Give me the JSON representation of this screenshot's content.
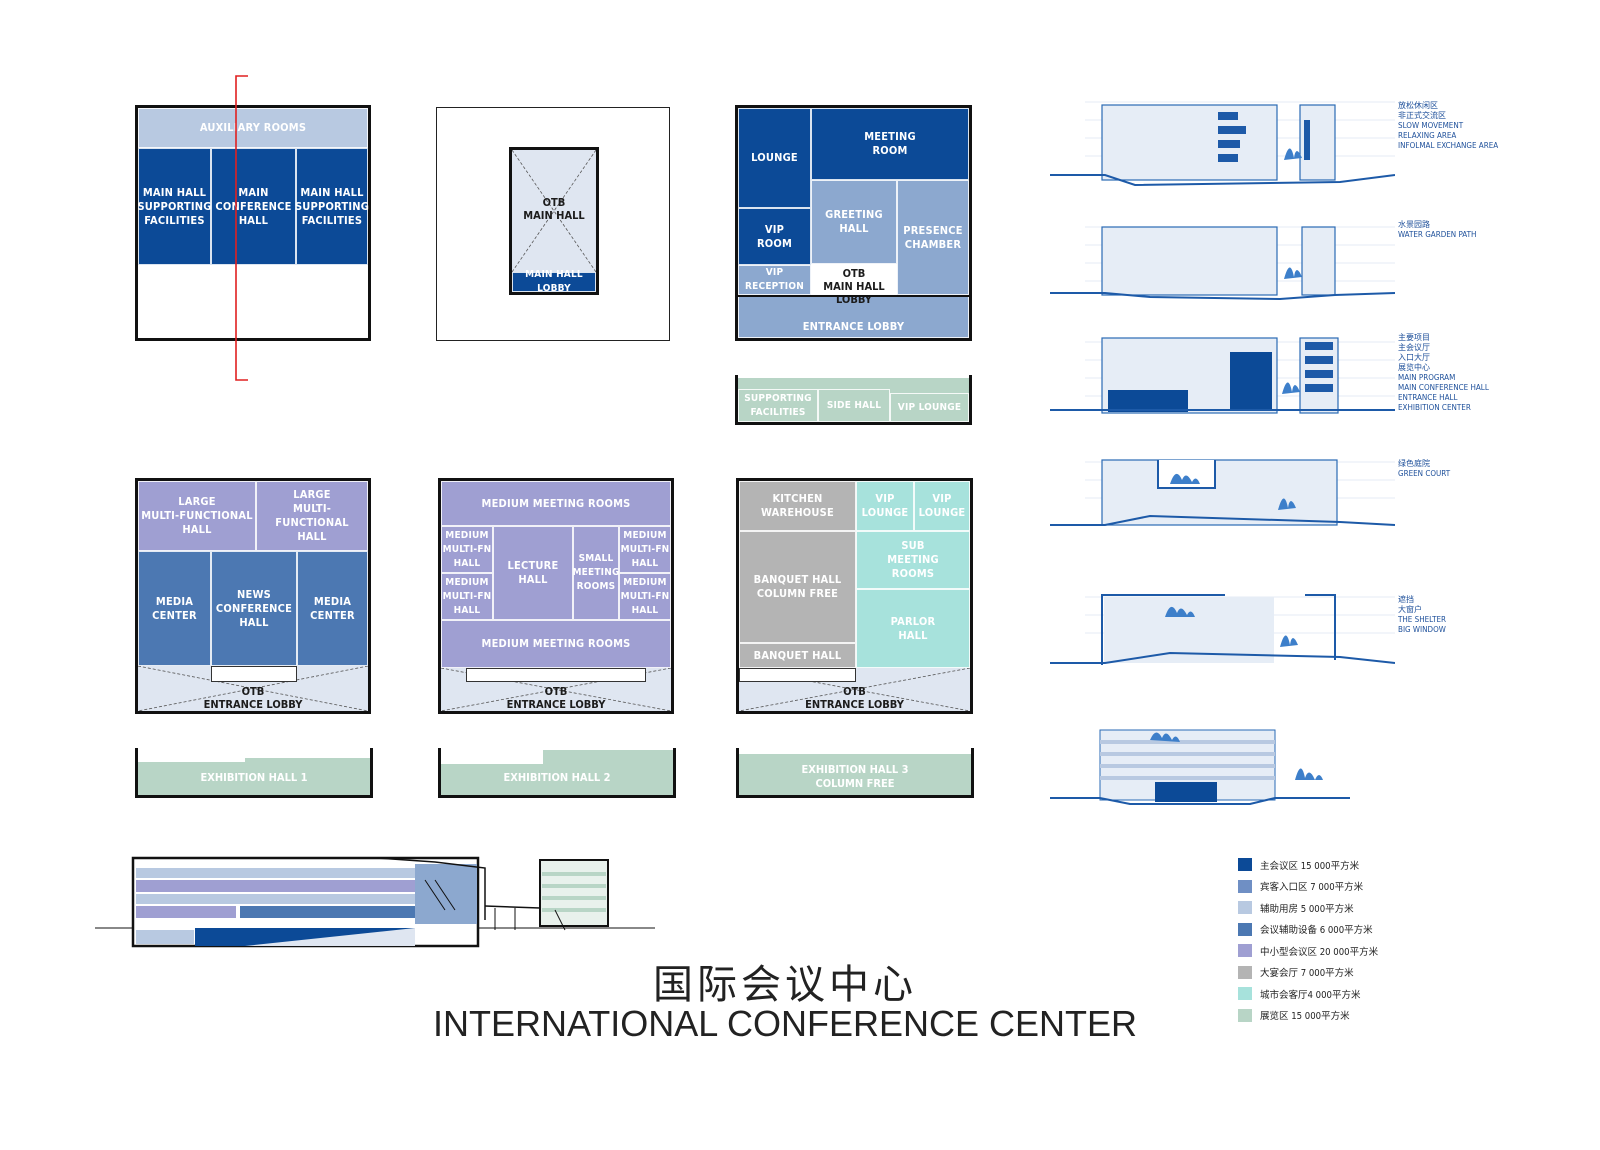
{
  "plans": {
    "p1": {
      "auxiliary": "AUXILIARY ROOMS",
      "left": "MAIN HALL\nSUPPORTING\nFACILITIES",
      "center": "MAIN\nCONFERENCE\nHALL",
      "right": "MAIN HALL\nSUPPORTING\nFACILITIES"
    },
    "p2": {
      "otb": "OTB\nMAIN HALL",
      "lobby": "MAIN HALL LOBBY"
    },
    "p3": {
      "lounge": "LOUNGE",
      "meeting": "MEETING\nROOM",
      "vip_room": "VIP\nROOM",
      "greeting": "GREETING\nHALL",
      "presence": "PRESENCE\nCHAMBER",
      "vip_reception": "VIP RECEPTION",
      "otb": "OTB\nMAIN HALL LOBBY",
      "entrance": "ENTRANCE LOBBY"
    },
    "p3b": {
      "supporting": "SUPPORTING\nFACILITIES",
      "side": "SIDE HALL",
      "vip_lounge": "VIP LOUNGE"
    },
    "p4": {
      "large1": "LARGE\nMULTI-FUNCTIONAL\nHALL",
      "large2": "LARGE\nMULTI-FUNCTIONAL\nHALL",
      "media1": "MEDIA\nCENTER",
      "news": "NEWS\nCONFERENCE\nHALL",
      "media2": "MEDIA\nCENTER",
      "otb": "OTB\nENTRANCE LOBBY",
      "exhibition": "EXHIBITION HALL 1"
    },
    "p5": {
      "medium_top": "MEDIUM MEETING ROOMS",
      "mf1": "MEDIUM\nMULTI-FN\nHALL",
      "mf2": "MEDIUM\nMULTI-FN\nHALL",
      "lecture": "LECTURE\nHALL",
      "small": "SMALL\nMEETING\nROOMS",
      "mf3": "MEDIUM\nMULTI-FN\nHALL",
      "mf4": "MEDIUM\nMULTI-FN\nHALL",
      "medium_bottom": "MEDIUM MEETING ROOMS",
      "otb": "OTB\nENTRANCE LOBBY",
      "exhibition": "EXHIBITION HALL 2"
    },
    "p6": {
      "kitchen": "KITCHEN\nWAREHOUSE",
      "vip1": "VIP\nLOUNGE",
      "vip2": "VIP\nLOUNGE",
      "banquet_cf": "BANQUET HALL\nCOLUMN FREE",
      "sub": "SUB\nMEETING\nROOMS",
      "parlor": "PARLOR\nHALL",
      "banquet": "BANQUET HALL",
      "otb": "OTB\nENTRANCE LOBBY",
      "exhibition": "EXHIBITION HALL 3\nCOLUMN FREE"
    }
  },
  "section_labels": [
    "放松休闲区\n非正式交流区\nSLOW MOVEMENT\nRELAXING AREA\nINFOLMAL EXCHANGE AREA",
    "水景园路\nWATER GARDEN PATH",
    "主要项目\n主会议厅\n入口大厅\n展览中心\nMAIN PROGRAM\nMAIN CONFERENCE HALL\nENTRANCE HALL\nEXHIBITION CENTER",
    "绿色庭院\nGREEN COURT",
    "遮挡\n大窗户\nTHE SHELTER\nBIG WINDOW"
  ],
  "legend": [
    {
      "label": "主会议区  15 000平方米",
      "color": "#0c4a97"
    },
    {
      "label": "宾客入口区  7 000平方米",
      "color": "#6f8fc4"
    },
    {
      "label": "辅助用房  5 000平方米",
      "color": "#b8c9e1"
    },
    {
      "label": "会议辅助设备  6 000平方米",
      "color": "#4c78b2"
    },
    {
      "label": "中小型会议区  20 000平方米",
      "color": "#9f9fd2"
    },
    {
      "label": "大宴会厅  7 000平方米",
      "color": "#b4b4b4"
    },
    {
      "label": "城市会客厅4 000平方米",
      "color": "#a7e2dc"
    },
    {
      "label": "展览区  15 000平方米",
      "color": "#b8d5c6"
    }
  ],
  "title": {
    "cn": "国际会议中心",
    "en": "INTERNATIONAL CONFERENCE CENTER"
  },
  "colors": {
    "main_blue": "#0c4a97",
    "mid_blue": "#4c78b2",
    "purple": "#9f9fd2",
    "teal": "#a7e2dc",
    "green": "#b8d5c6"
  }
}
